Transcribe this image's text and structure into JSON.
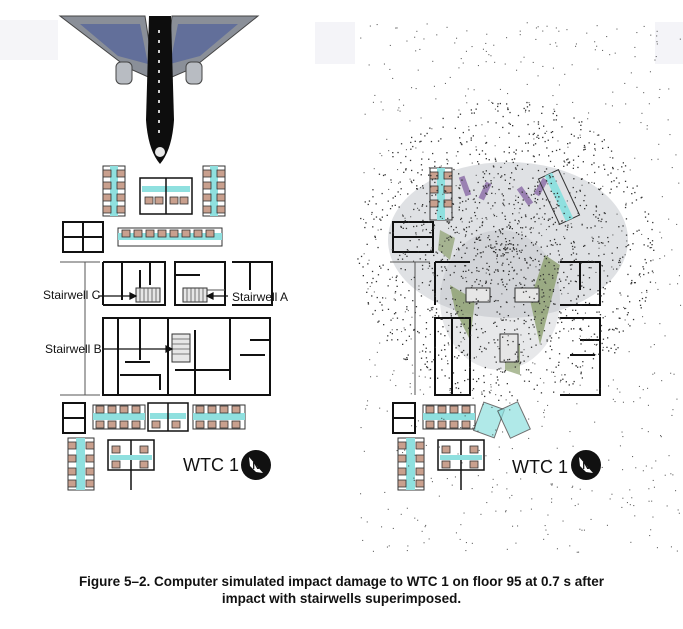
{
  "left_panel": {
    "stairwell_c": "Stairwell C",
    "stairwell_a": "Stairwell A",
    "stairwell_b": "Stairwell B",
    "building_label": "WTC 1",
    "north_icon": "north-arrow-icon"
  },
  "right_panel": {
    "building_label": "WTC 1",
    "north_icon": "north-arrow-icon"
  },
  "caption": {
    "line1": "Figure 5–2.  Computer simulated impact damage to WTC 1 on floor 95 at 0.7 s after",
    "line2": "impact with stairwells superimposed."
  },
  "colors": {
    "stairwell": "#8fe0df",
    "wall": "#111111",
    "core_column": "#c9a08e",
    "aircraft_body": "#0d0d0d",
    "aircraft_wing": "#8a8f98",
    "wing_panel": "#5b6a9a",
    "debris": "#333333",
    "damage_green": "#8c9f6e",
    "damage_purple": "#8a6aa6"
  }
}
